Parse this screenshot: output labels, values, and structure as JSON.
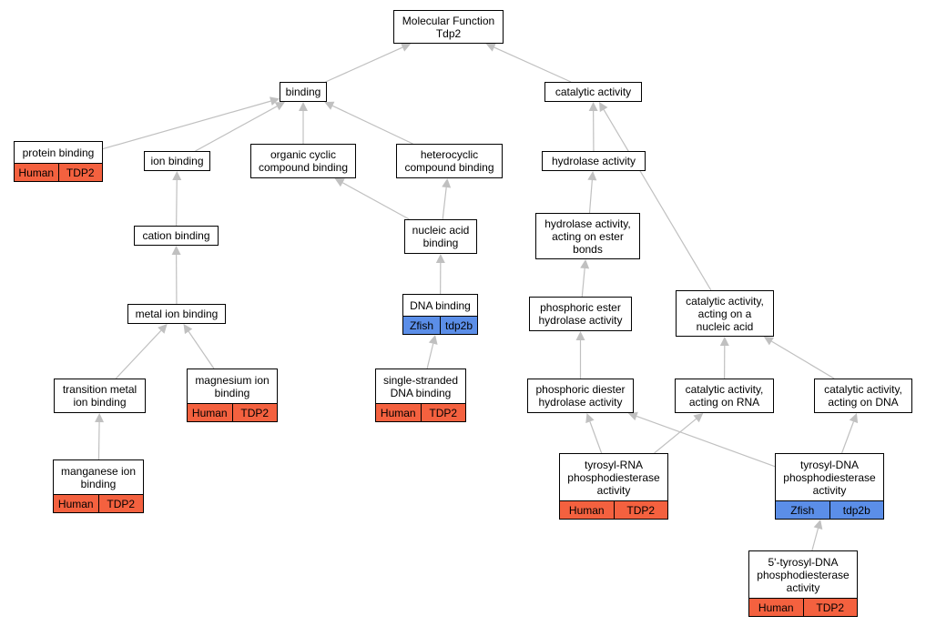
{
  "colors": {
    "human": "#F4613F",
    "zfish": "#5B8EE8",
    "edge": "#C0C0C0"
  },
  "nodes": {
    "root": {
      "label": "Molecular Function\nTdp2"
    },
    "binding": {
      "label": "binding"
    },
    "catalytic": {
      "label": "catalytic activity"
    },
    "protein_binding": {
      "label": "protein binding",
      "tags": [
        {
          "text": "Human",
          "color": "human"
        },
        {
          "text": "TDP2",
          "color": "human"
        }
      ]
    },
    "ion_binding": {
      "label": "ion binding"
    },
    "organic_cyclic": {
      "label": "organic cyclic\ncompound binding"
    },
    "heterocyclic": {
      "label": "heterocyclic\ncompound binding"
    },
    "hydrolase": {
      "label": "hydrolase activity"
    },
    "cation_binding": {
      "label": "cation binding"
    },
    "nucleic_acid_binding": {
      "label": "nucleic acid\nbinding"
    },
    "hydrolase_ester": {
      "label": "hydrolase activity,\nacting on ester\nbonds"
    },
    "metal_ion": {
      "label": "metal ion binding"
    },
    "dna_binding": {
      "label": "DNA binding",
      "tags": [
        {
          "text": "Zfish",
          "color": "zfish"
        },
        {
          "text": "tdp2b",
          "color": "zfish"
        }
      ]
    },
    "phosphoric_ester": {
      "label": "phosphoric ester\nhydrolase activity"
    },
    "catalytic_nucleic": {
      "label": "catalytic activity,\nacting on a\nnucleic acid"
    },
    "transition_metal": {
      "label": "transition metal\nion binding"
    },
    "magnesium": {
      "label": "magnesium ion\nbinding",
      "tags": [
        {
          "text": "Human",
          "color": "human"
        },
        {
          "text": "TDP2",
          "color": "human"
        }
      ]
    },
    "ssdna": {
      "label": "single-stranded\nDNA binding",
      "tags": [
        {
          "text": "Human",
          "color": "human"
        },
        {
          "text": "TDP2",
          "color": "human"
        }
      ]
    },
    "phosphoric_diester": {
      "label": "phosphoric diester\nhydrolase activity"
    },
    "catalytic_rna": {
      "label": "catalytic activity,\nacting on RNA"
    },
    "catalytic_dna": {
      "label": "catalytic activity,\nacting on DNA"
    },
    "manganese": {
      "label": "manganese ion\nbinding",
      "tags": [
        {
          "text": "Human",
          "color": "human"
        },
        {
          "text": "TDP2",
          "color": "human"
        }
      ]
    },
    "tyrosyl_rna": {
      "label": "tyrosyl-RNA\nphosphodiesterase\nactivity",
      "tags": [
        {
          "text": "Human",
          "color": "human"
        },
        {
          "text": "TDP2",
          "color": "human"
        }
      ]
    },
    "tyrosyl_dna": {
      "label": "tyrosyl-DNA\nphosphodiesterase\nactivity",
      "tags": [
        {
          "text": "Zfish",
          "color": "zfish"
        },
        {
          "text": "tdp2b",
          "color": "zfish"
        }
      ]
    },
    "tyrosyl_5": {
      "label": "5'-tyrosyl-DNA\nphosphodiesterase\nactivity",
      "tags": [
        {
          "text": "Human",
          "color": "human"
        },
        {
          "text": "TDP2",
          "color": "human"
        }
      ]
    }
  },
  "edges": [
    [
      "binding",
      "root"
    ],
    [
      "catalytic",
      "root"
    ],
    [
      "protein_binding",
      "binding"
    ],
    [
      "ion_binding",
      "binding"
    ],
    [
      "organic_cyclic",
      "binding"
    ],
    [
      "heterocyclic",
      "binding"
    ],
    [
      "hydrolase",
      "catalytic"
    ],
    [
      "catalytic_nucleic",
      "catalytic"
    ],
    [
      "cation_binding",
      "ion_binding"
    ],
    [
      "metal_ion",
      "cation_binding"
    ],
    [
      "transition_metal",
      "metal_ion"
    ],
    [
      "magnesium",
      "metal_ion"
    ],
    [
      "manganese",
      "transition_metal"
    ],
    [
      "nucleic_acid_binding",
      "organic_cyclic"
    ],
    [
      "nucleic_acid_binding",
      "heterocyclic"
    ],
    [
      "dna_binding",
      "nucleic_acid_binding"
    ],
    [
      "ssdna",
      "dna_binding"
    ],
    [
      "hydrolase_ester",
      "hydrolase"
    ],
    [
      "phosphoric_ester",
      "hydrolase_ester"
    ],
    [
      "phosphoric_diester",
      "phosphoric_ester"
    ],
    [
      "catalytic_rna",
      "catalytic_nucleic"
    ],
    [
      "catalytic_dna",
      "catalytic_nucleic"
    ],
    [
      "tyrosyl_rna",
      "phosphoric_diester"
    ],
    [
      "tyrosyl_rna",
      "catalytic_rna"
    ],
    [
      "tyrosyl_dna",
      "phosphoric_diester"
    ],
    [
      "tyrosyl_dna",
      "catalytic_dna"
    ],
    [
      "tyrosyl_5",
      "tyrosyl_dna"
    ]
  ]
}
